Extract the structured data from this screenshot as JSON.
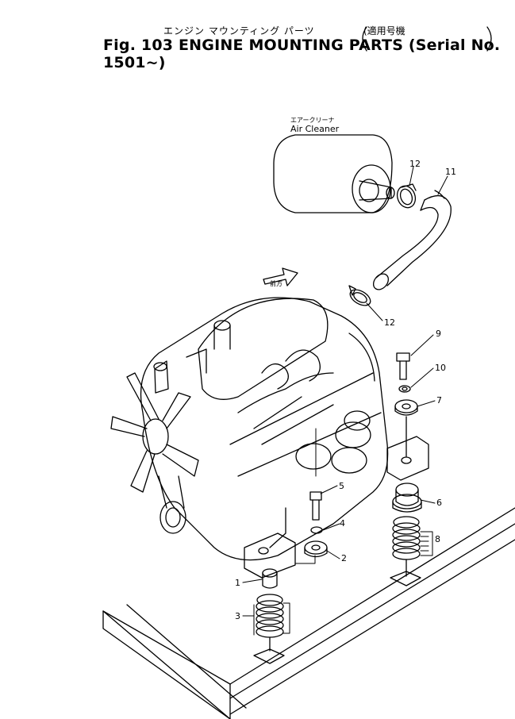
{
  "title": {
    "japanese": "エンジン マウンティング パーツ",
    "japanese_paren": "(適用号機",
    "english": "Fig. 103 ENGINE MOUNTING PARTS (Serial No. 1501~)"
  },
  "labels": {
    "air_cleaner_jp": "エアークリーナ",
    "air_cleaner_en": "Air Cleaner",
    "front_arrow": "前方"
  },
  "callouts": [
    "1",
    "2",
    "3",
    "4",
    "5",
    "6",
    "7",
    "8",
    "9",
    "10",
    "11",
    "12",
    "12"
  ]
}
